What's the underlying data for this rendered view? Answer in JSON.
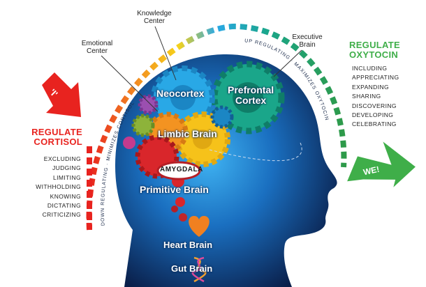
{
  "top_labels": {
    "knowledge": "Knowledge\nCenter",
    "emotional": "Emotional\nCenter",
    "executive": "Executive\nBrain"
  },
  "left": {
    "arrow_text": "'I'",
    "title_line1": "REGULATE",
    "title_line2": "CORTISOL",
    "items": [
      "EXCLUDING",
      "JUDGING",
      "LIMITING",
      "WITHHOLDING",
      "KNOWING",
      "DICTATING",
      "CRITICIZING"
    ],
    "arc_text": "DOWN REGULATING · MINIMIZES CORTISOL",
    "color": "#e8231f"
  },
  "right": {
    "arrow_text": "WE!",
    "title_line1": "REGULATE",
    "title_line2": "OXYTOCIN",
    "items": [
      "INCLUDING",
      "APPRECIATING",
      "EXPANDING",
      "SHARING",
      "DISCOVERING",
      "DEVELOPING",
      "CELEBRATING"
    ],
    "arc_text": "UP REGULATING · MAXIMIZES OXYTOCIN",
    "color": "#3fae49"
  },
  "brain": {
    "neocortex": "Neocortex",
    "prefrontal_line1": "Prefrontal",
    "prefrontal_line2": "Cortex",
    "limbic": "Limbic Brain",
    "amygdala": "AMYGDALA",
    "primitive": "Primitive Brain",
    "heart": "Heart Brain",
    "gut": "Gut Brain"
  },
  "colors": {
    "head_dark": "#0b2a5a",
    "head_light": "#1b7fd0",
    "gear_teal": "#1aa68a",
    "gear_blue": "#29a8e6",
    "gear_yellow": "#f6c21a",
    "gear_orange": "#f39321",
    "gear_red": "#d9262b",
    "gear_purple": "#9b4fb0"
  }
}
